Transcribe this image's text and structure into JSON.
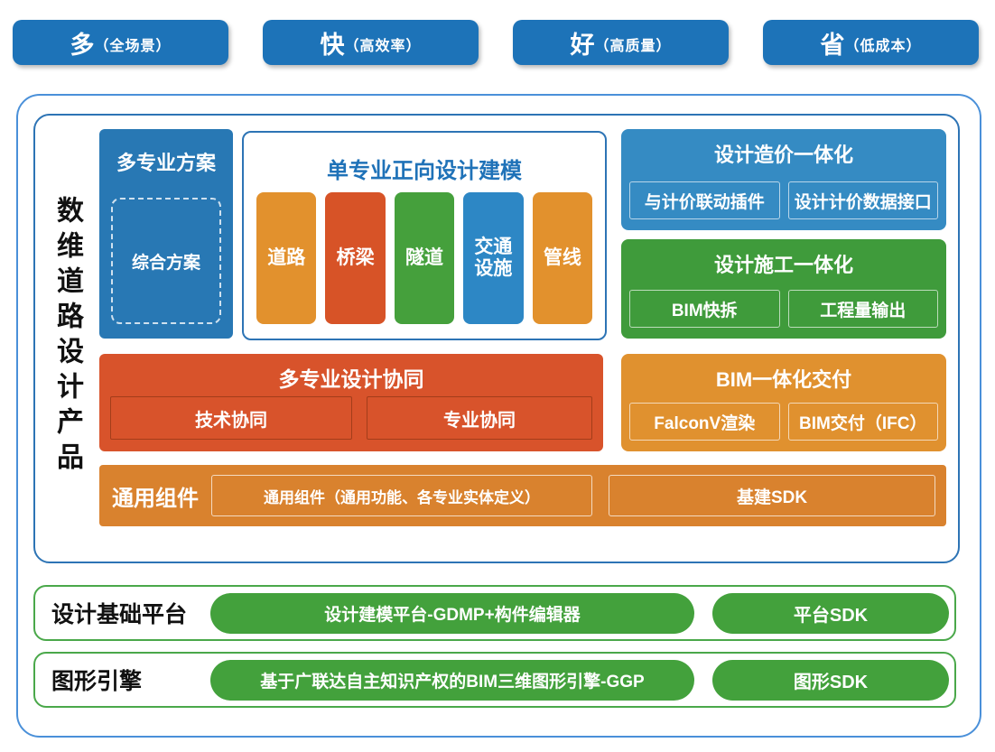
{
  "top_banner": {
    "items": [
      {
        "key": "多",
        "sub": "（全场景）"
      },
      {
        "key": "快",
        "sub": "（高效率）"
      },
      {
        "key": "好",
        "sub": "（高质量）"
      },
      {
        "key": "省",
        "sub": "（低成本）"
      }
    ]
  },
  "product_section": {
    "title": "数维道路设计产品",
    "multi_scheme": {
      "title": "多专业方案",
      "item": "综合方案"
    },
    "single_modeling": {
      "title": "单专业正向设计建模",
      "items": [
        {
          "label": "道路"
        },
        {
          "label": "桥梁"
        },
        {
          "label": "隧道"
        },
        {
          "label": "交通设施"
        },
        {
          "label": "管线"
        }
      ]
    },
    "cost_integration": {
      "title": "设计造价一体化",
      "items": [
        "与计价联动插件",
        "设计计价数据接口"
      ]
    },
    "construction_integration": {
      "title": "设计施工一体化",
      "items": [
        "BIM快拆",
        "工程量输出"
      ]
    },
    "collaboration": {
      "title": "多专业设计协同",
      "items": [
        "技术协同",
        "专业协同"
      ]
    },
    "bim_delivery": {
      "title": "BIM一体化交付",
      "items": [
        "FalconV渲染",
        "BIM交付（IFC）"
      ]
    },
    "common_components": {
      "label": "通用组件",
      "items": [
        "通用组件（通用功能、各专业实体定义）",
        "基建SDK"
      ]
    }
  },
  "platform_section": {
    "label": "设计基础平台",
    "pills": [
      "设计建模平台-GDMP+构件编辑器",
      "平台SDK"
    ]
  },
  "engine_section": {
    "label": "图形引擎",
    "pills": [
      "基于广联达自主知识产权的BIM三维图形引擎-GGP",
      "图形SDK"
    ]
  },
  "colors": {
    "banner_blue": "#1d73b8",
    "scheme_blue": "#2878b4",
    "cost_blue": "#358bc3",
    "traffic_blue": "#2d87c5",
    "title_blue": "#1f72b8",
    "green": "#3f9b3b",
    "pill_green": "#43a13c",
    "red_orange": "#d8532b",
    "bridge_red": "#d75327",
    "orange": "#e2912d",
    "delivery_orange": "#e0912f",
    "common_orange": "#d9822e",
    "frame_blue": "#4a90d9",
    "box_border_blue": "#2d74b5",
    "green_border": "#4aa84a"
  }
}
